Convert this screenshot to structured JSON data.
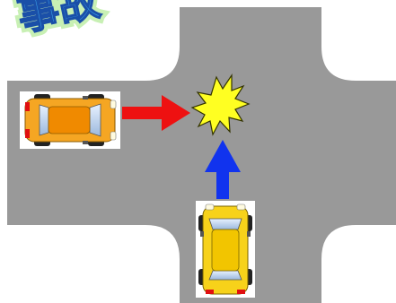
{
  "title": {
    "text": "事故",
    "fill": "#3aa0e8",
    "stroke": "#1a4fa8",
    "glow": "#c8f0b4"
  },
  "road": {
    "asphalt": "#999999",
    "background": "#ffffff"
  },
  "vehicles": [
    {
      "id": "orange-car",
      "icon": "car-top-view-icon",
      "direction": "east",
      "body_color": "#f5a623",
      "roof_color": "#f08a00"
    },
    {
      "id": "yellow-car",
      "icon": "car-top-view-icon",
      "direction": "north",
      "body_color": "#f7d21a",
      "roof_color": "#f2c500"
    }
  ],
  "arrows": [
    {
      "id": "red-arrow",
      "color": "#ee1111",
      "direction": "east"
    },
    {
      "id": "blue-arrow",
      "color": "#1133ee",
      "direction": "north"
    }
  ],
  "collision": {
    "icon": "explosion-burst-icon",
    "fill": "#ffff22",
    "stroke": "#333300"
  }
}
